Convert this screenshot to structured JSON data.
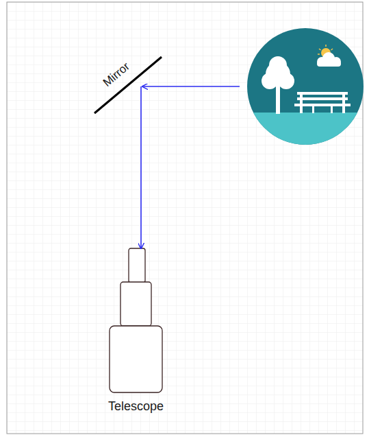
{
  "diagram": {
    "nodes": [
      {
        "text": [
          "Mirror"
        ]
      },
      {
        "text": [
          "Telescope"
        ]
      }
    ],
    "edges": [
      {
        "from": 0,
        "to": 1,
        "arrow": "to"
      }
    ]
  }
}
